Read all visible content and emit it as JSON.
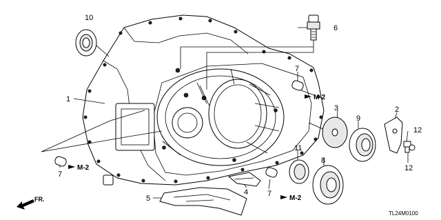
{
  "diagram": {
    "diagram_code": "TL24M0100",
    "front_indicator": "FR.",
    "callouts": [
      {
        "id": "c1",
        "text": "1"
      },
      {
        "id": "c2",
        "text": "2"
      },
      {
        "id": "c3",
        "text": "3"
      },
      {
        "id": "c4",
        "text": "4"
      },
      {
        "id": "c5",
        "text": "5"
      },
      {
        "id": "c6",
        "text": "6"
      },
      {
        "id": "c7a",
        "text": "7"
      },
      {
        "id": "c7b",
        "text": "7"
      },
      {
        "id": "c7c",
        "text": "7"
      },
      {
        "id": "c8",
        "text": "8"
      },
      {
        "id": "c9",
        "text": "9"
      },
      {
        "id": "c10",
        "text": "10"
      },
      {
        "id": "c11",
        "text": "11"
      },
      {
        "id": "c12a",
        "text": "12"
      },
      {
        "id": "c12b",
        "text": "12"
      }
    ],
    "section_refs": [
      {
        "id": "r1",
        "text": "M-2"
      },
      {
        "id": "r2",
        "text": "M-2"
      },
      {
        "id": "r3",
        "text": "M-2"
      }
    ]
  }
}
